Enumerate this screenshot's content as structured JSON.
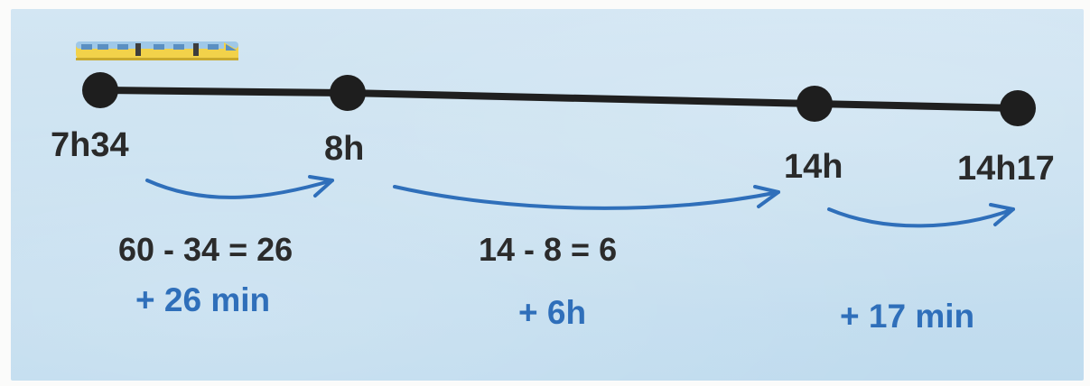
{
  "timeline": {
    "stops": [
      {
        "label": "7h34"
      },
      {
        "label": "8h"
      },
      {
        "label": "14h"
      },
      {
        "label": "14h17"
      }
    ],
    "line_color": "#1f1f1f",
    "arrow_color": "#2f6fba"
  },
  "steps": [
    {
      "calculation": "60 - 34 = 26",
      "duration": "+ 26 min"
    },
    {
      "calculation": "14 - 8 = 6",
      "duration": "+ 6h"
    },
    {
      "calculation": "",
      "duration": "+ 17 min"
    }
  ],
  "train_icon": "train-icon"
}
